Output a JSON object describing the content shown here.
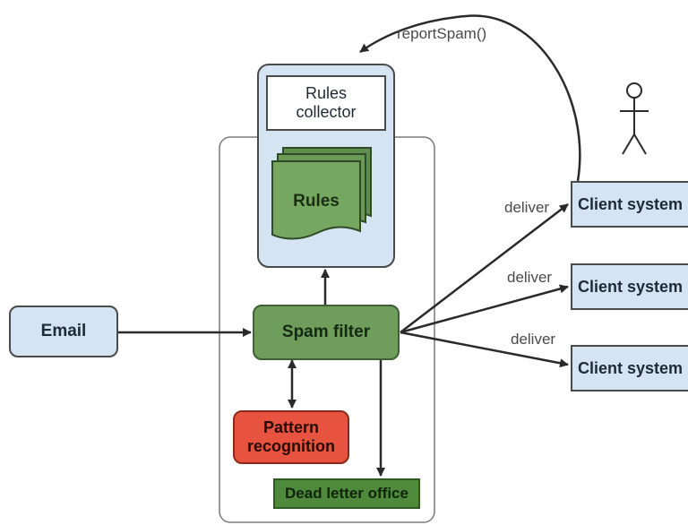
{
  "email": "Email",
  "rules_collector": "Rules collector",
  "rules": "Rules",
  "spam_filter": "Spam filter",
  "pattern_recognition": "Pattern recognition",
  "dead_letter_office": "Dead letter office",
  "client_systems": [
    "Client system",
    "Client system",
    "Client system"
  ],
  "deliver_labels": [
    "deliver",
    "deliver",
    "deliver"
  ],
  "report_spam": "reportSpam()",
  "colors": {
    "blue_box": "#d4e4f2",
    "green_box": "#6e9d5c",
    "red_box": "#e8533f",
    "dead_letter": "#4f8a3c",
    "container_border": "#7a7a7a"
  }
}
